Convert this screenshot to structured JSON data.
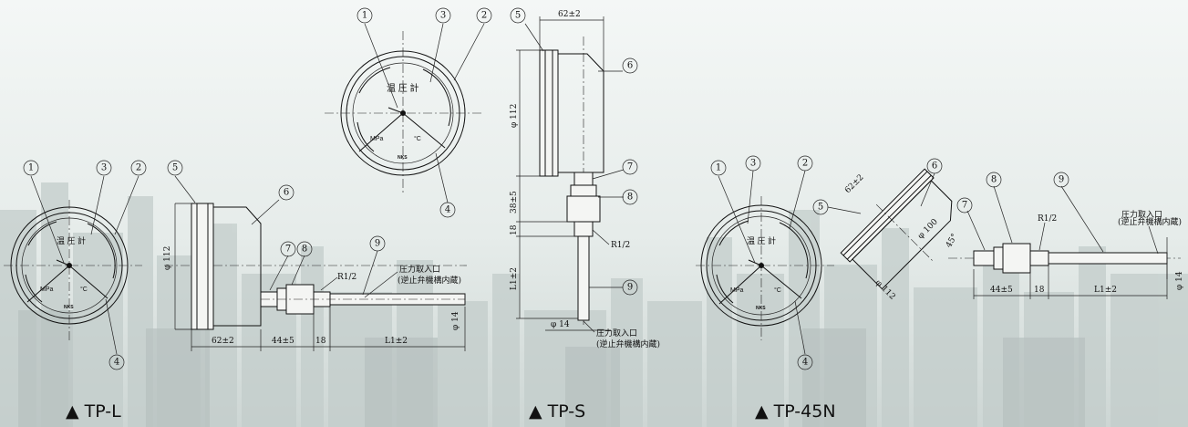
{
  "colors": {
    "background": "#dfe6e4",
    "line": "#111111",
    "gauge_body": "#f4f5f3"
  },
  "gauge_face": {
    "title": "温 圧 計",
    "unit_pressure": "MPa",
    "unit_temp": "°C",
    "brand": "NKS"
  },
  "views": [
    {
      "model": "▲ TP-L",
      "part_numbers": [
        "1",
        "2",
        "3",
        "4",
        "5",
        "6",
        "7",
        "8",
        "9"
      ],
      "thread": "R1/2",
      "port_label": "圧力取入口",
      "port_note": "(逆止弁機構内蔵)",
      "dim_dia": "φ 112",
      "dim_depth": "62±2",
      "dim_fitting": "44±5",
      "dim_thread": "18",
      "dim_stem": "L1±2",
      "dim_stem_dia": "φ 14"
    },
    {
      "model": "▲ TP-S",
      "part_numbers": [
        "1",
        "2",
        "3",
        "4",
        "5",
        "6",
        "7",
        "8",
        "9"
      ],
      "thread": "R1/2",
      "port_label": "圧力取入口",
      "port_note": "(逆止弁機構内蔵)",
      "dim_dia": "φ 112",
      "dim_depth": "62±2",
      "dim_fitting": "38±5",
      "dim_thread": "18",
      "dim_stem": "L1±2",
      "dim_stem_dia": "φ 14"
    },
    {
      "model": "▲ TP-45N",
      "part_numbers": [
        "1",
        "2",
        "3",
        "4",
        "5",
        "6",
        "7",
        "8",
        "9"
      ],
      "thread": "R1/2",
      "port_label": "圧力取入口",
      "port_note": "(逆止弁機構内蔵)",
      "dim_dia": "φ 112",
      "dim_inner_dia": "φ 100",
      "dim_depth": "62±2",
      "dim_angle": "45°",
      "dim_fitting": "44±5",
      "dim_thread": "18",
      "dim_stem": "L1±2",
      "dim_stem_dia": "φ 14"
    }
  ]
}
